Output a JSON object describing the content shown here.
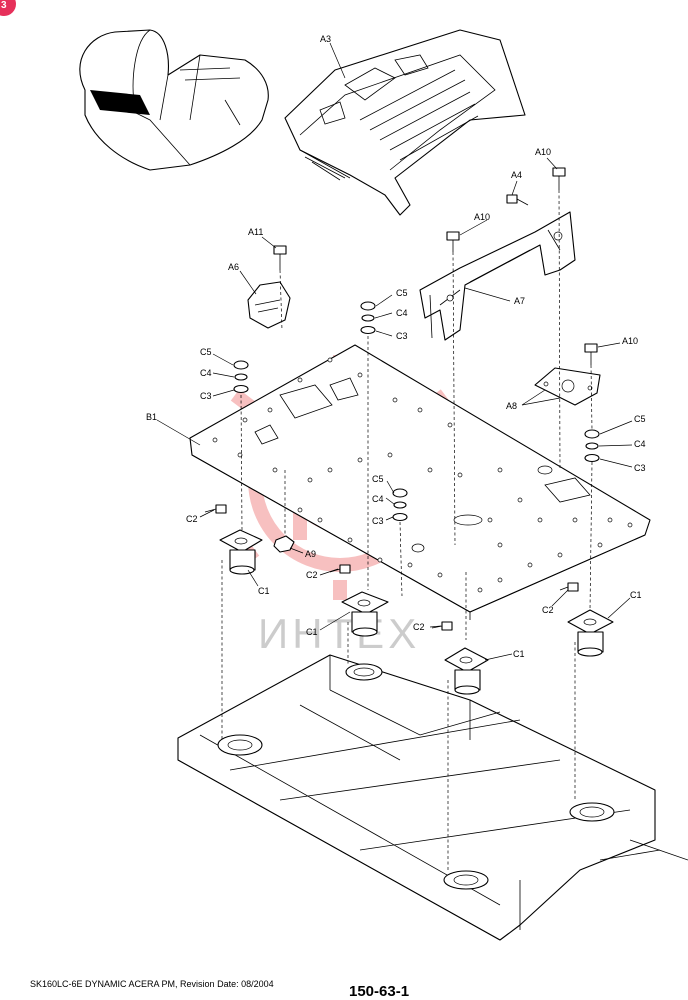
{
  "document": {
    "footer_left": "SK160LC-6E DYNAMIC ACERA PM, Revision Date: 08/2004",
    "page_number": "150-63-1",
    "corner_badge": "3",
    "watermark_text": "ИНТЕХ",
    "watermark_color": "#e84a4a"
  },
  "callouts": {
    "A3": "A3",
    "A4": "A4",
    "A10": "A10",
    "A11": "A11",
    "A6": "A6",
    "A7": "A7",
    "A8": "A8",
    "A9": "A9",
    "B1": "B1",
    "C1": "C1",
    "C2": "C2",
    "C3": "C3",
    "C4": "C4",
    "C5": "C5"
  }
}
